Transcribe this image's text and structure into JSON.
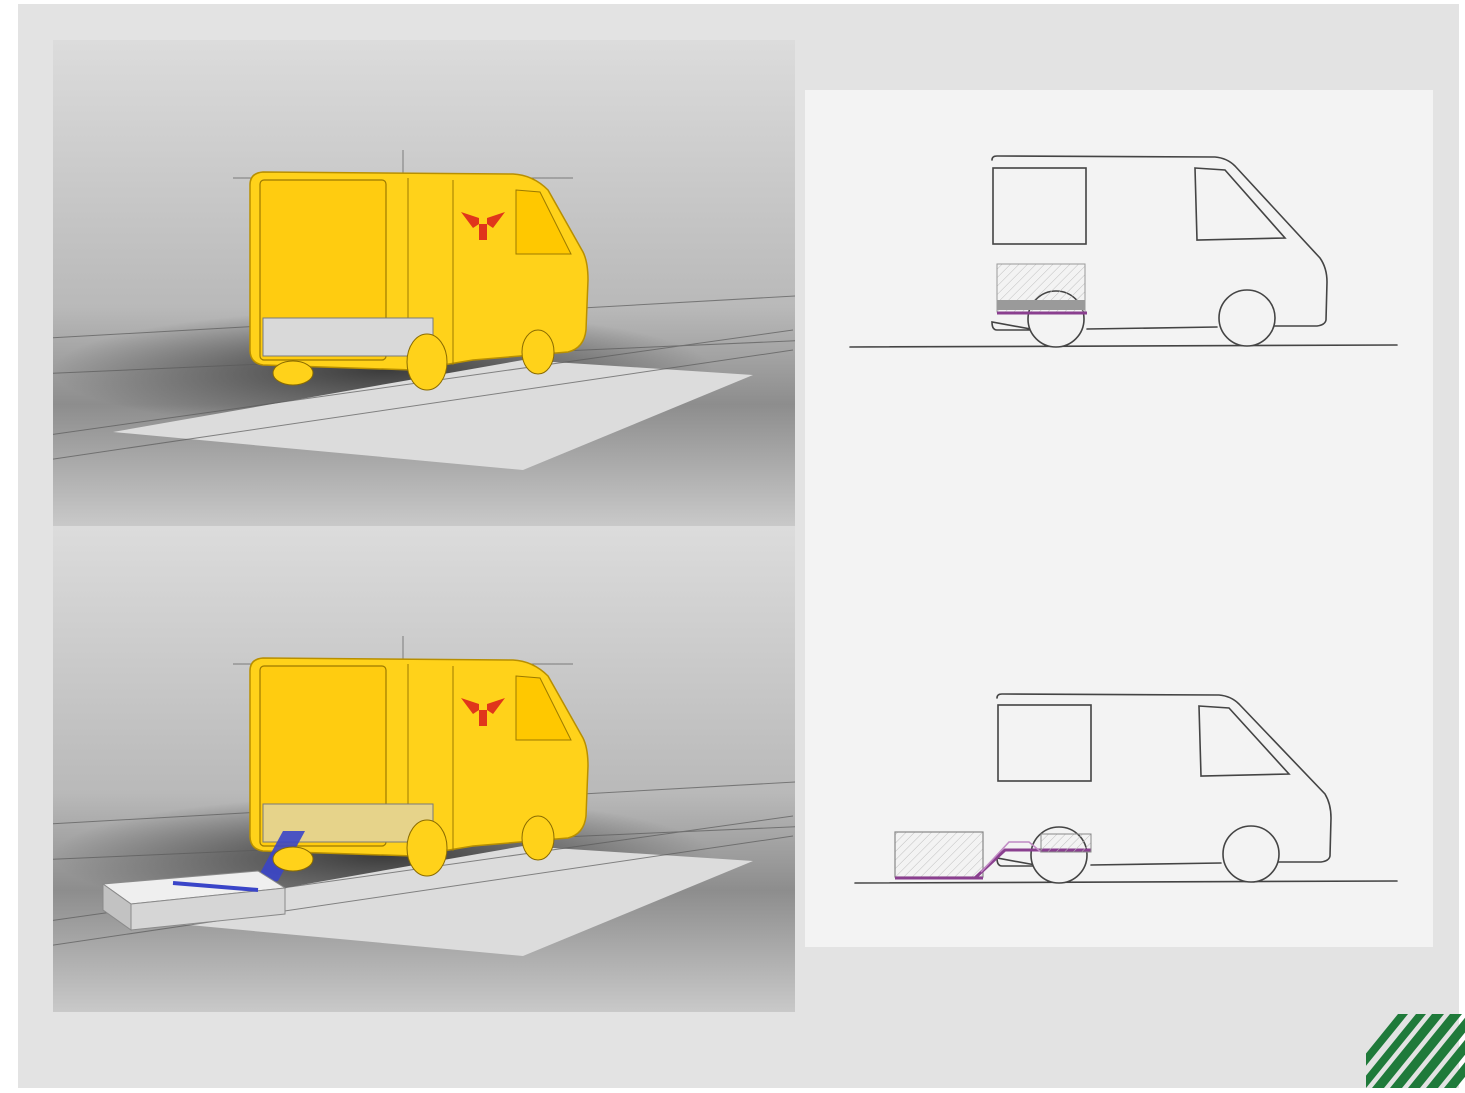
{
  "colors": {
    "background": "#e3e3e3",
    "left_panel": "#d0d0d0",
    "right_panel": "#f3f3f3",
    "van_body": "#ffd21a",
    "van_outline": "#b88f00",
    "logo": "#e0361b",
    "ramp": "#3a45c8",
    "sketch_line": "#444444",
    "sketch_accent": "#8a3f8f",
    "brand_stripes": "#1f7a3a"
  },
  "icons": {
    "van_logo": "winged-bull-logo",
    "brand_mark": "diagonal-stripes-logo"
  },
  "scenes": [
    {
      "state": "cargo-drawer-closed"
    },
    {
      "state": "cargo-drawer-extended"
    }
  ]
}
